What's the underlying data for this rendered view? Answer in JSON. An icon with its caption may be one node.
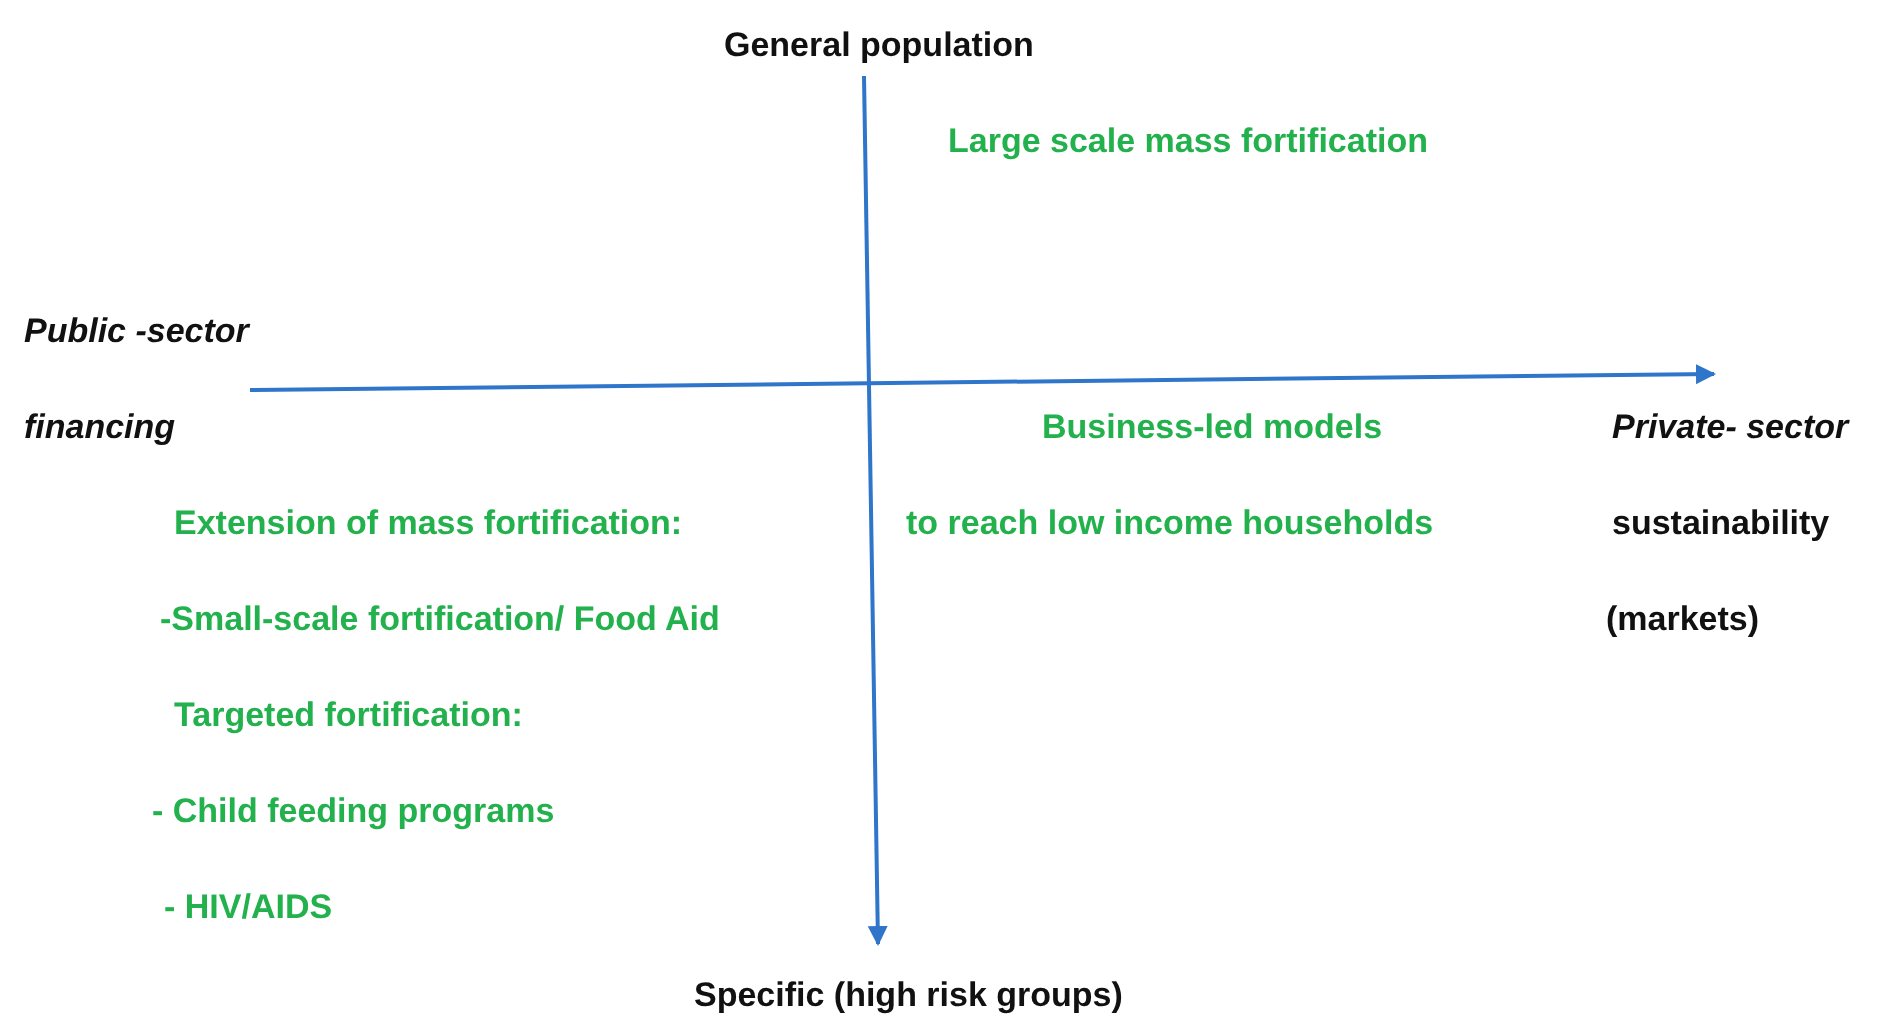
{
  "diagram": {
    "labels": [
      "General population",
      "Large scale mass fortification",
      "Public -sector",
      "financing",
      "Business-led models",
      "Private- sector",
      "Extension of mass fortification:",
      "to reach low income households",
      "sustainability",
      "-Small-scale fortification/ Food Aid",
      "(markets)",
      "Targeted fortification:",
      "- Child feeding programs",
      "- HIV/AIDS",
      "Specific (high risk groups)"
    ]
  }
}
